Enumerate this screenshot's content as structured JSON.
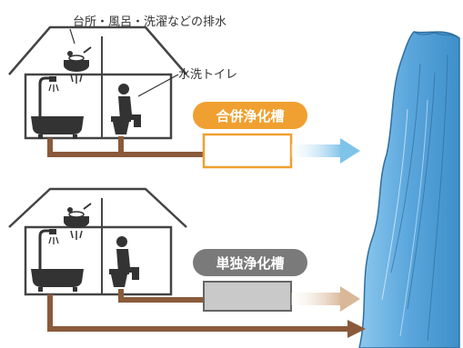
{
  "labels": {
    "kitchen_bath_wastewater": "台所・風呂・洗濯などの排水",
    "toilet_water": "水洗トイレ"
  },
  "tanks": {
    "combined": "合併浄化槽",
    "single": "単独浄化槽"
  },
  "colors": {
    "pipe_brown": "#8a5a3a",
    "combined_accent": "#f0a030",
    "single_accent": "#7a7a7a",
    "treated_flow": "#7ec3ea",
    "untreated_flow": "#d8b898",
    "river": "#5aa6dc",
    "house_outline": "#444444"
  },
  "icons": [
    "house-icon",
    "bathtub-icon",
    "shower-icon",
    "kitchen-pot-icon",
    "toilet-person-icon",
    "river-icon",
    "arrow-right-icon"
  ]
}
